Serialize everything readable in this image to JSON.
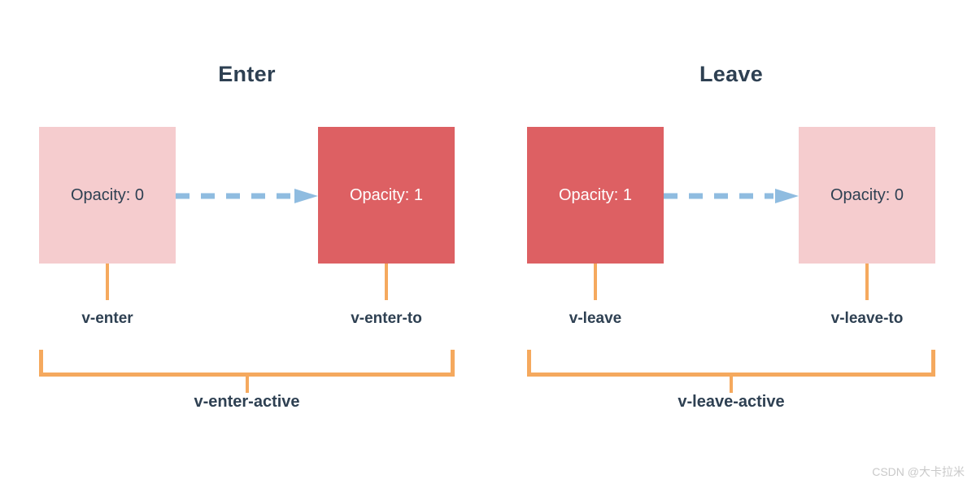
{
  "diagram": {
    "title_left": "Enter",
    "title_right": "Leave",
    "colors": {
      "box_light": "#f5ccce",
      "box_dark": "#dd6063",
      "accent_orange": "#f5a95e",
      "arrow_blue": "#8fbce0",
      "text_navy": "#2e4052",
      "text_on_dark": "#ffffff",
      "background": "#ffffff",
      "watermark": "#c9c9c9"
    },
    "enter": {
      "title": "Enter",
      "from_box_text": "Opacity: 0",
      "to_box_text": "Opacity: 1",
      "from_label": "v-enter",
      "to_label": "v-enter-to",
      "active_label": "v-enter-active",
      "arrow": "dashed-arrow-right"
    },
    "leave": {
      "title": "Leave",
      "from_box_text": "Opacity: 1",
      "to_box_text": "Opacity: 0",
      "from_label": "v-leave",
      "to_label": "v-leave-to",
      "active_label": "v-leave-active",
      "arrow": "dashed-arrow-right"
    }
  },
  "watermark": {
    "text": "CSDN @大卡拉米"
  }
}
